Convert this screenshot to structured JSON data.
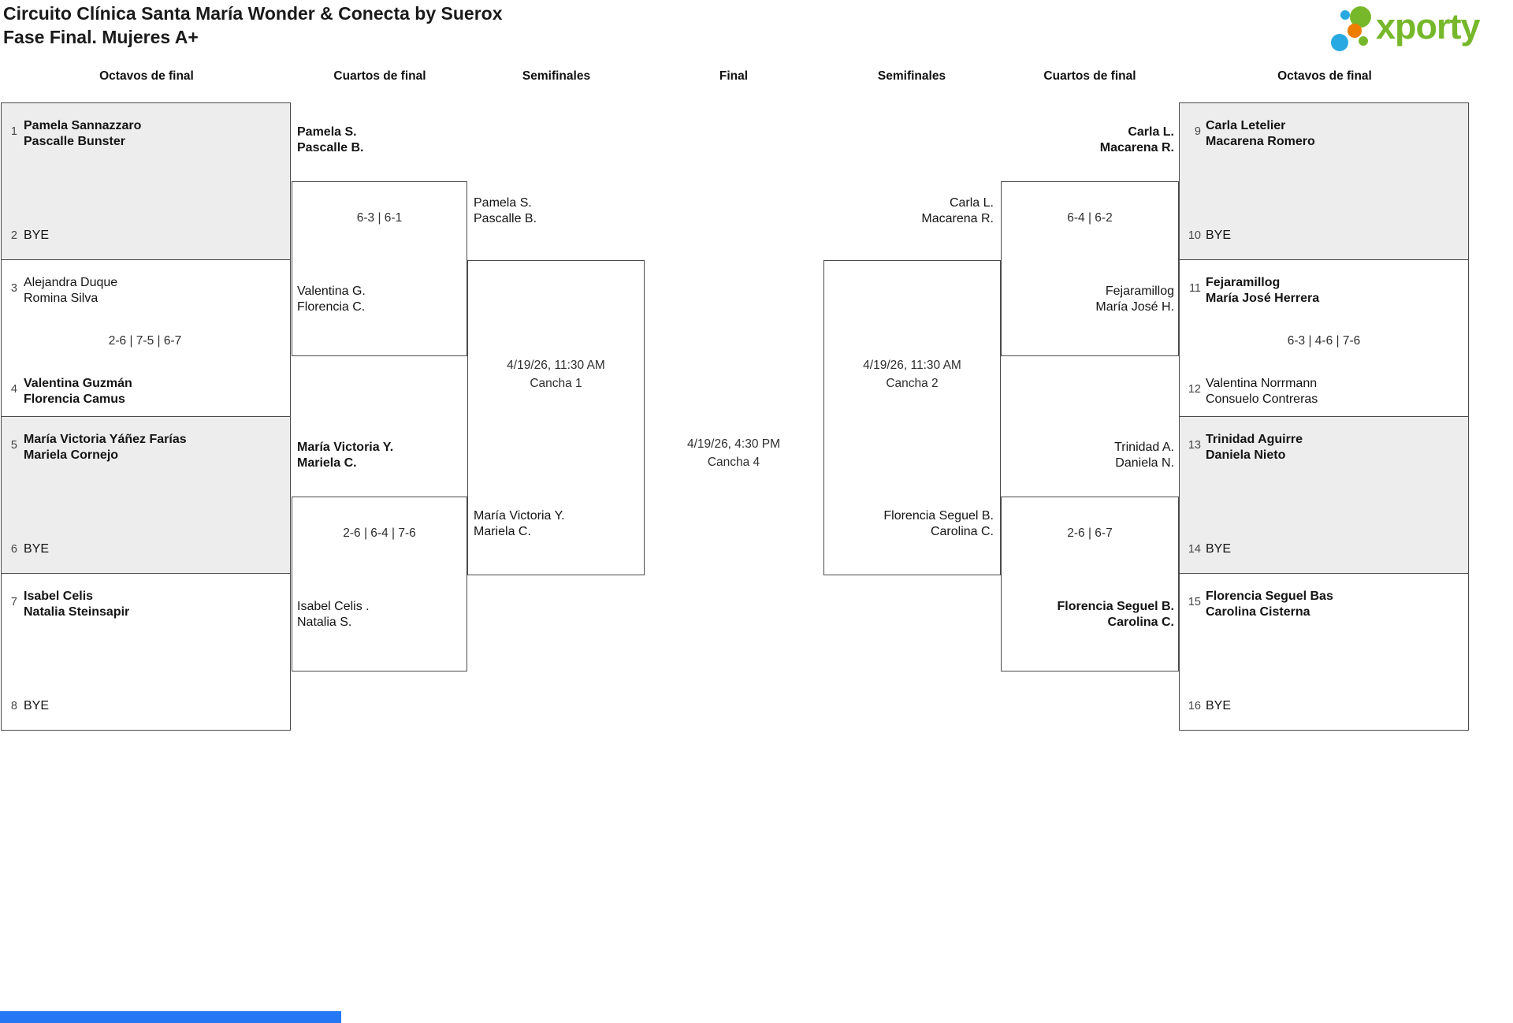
{
  "title": {
    "line1": "Circuito Clínica Santa María Wonder & Conecta by Suerox",
    "line2": "Fase Final. Mujeres A+"
  },
  "logo": {
    "wordmark": "xporty",
    "green": "#76b82a",
    "blue": "#29a9e1",
    "orange": "#ef7d00"
  },
  "rounds": [
    "Octavos de final",
    "Cuartos de final",
    "Semifinales",
    "Final",
    "Semifinales",
    "Cuartos de final",
    "Octavos de final"
  ],
  "bracket": {
    "left": {
      "o1": {
        "seed_top": "1",
        "top1": "Pamela Sannazzaro",
        "top2": "Pascalle Bunster",
        "seed_bot": "2",
        "bot_bye": "BYE"
      },
      "o2": {
        "seed_top": "3",
        "top1": "Alejandra Duque",
        "top2": "Romina Silva",
        "score": "2-6 | 7-5 | 6-7",
        "seed_bot": "4",
        "bot1": "Valentina Guzmán",
        "bot2": "Florencia Camus"
      },
      "o3": {
        "seed_top": "5",
        "top1": "María Victoria Yáñez Farías",
        "top2": "Mariela Cornejo",
        "seed_bot": "6",
        "bot_bye": "BYE"
      },
      "o4": {
        "seed_top": "7",
        "top1": "Isabel Celis",
        "top2": "Natalia Steinsapir",
        "seed_bot": "8",
        "bot_bye": "BYE"
      },
      "qf1": {
        "top1": "Pamela S.",
        "top2": "Pascalle B.",
        "score": "6-3 | 6-1",
        "bot1": "Valentina G.",
        "bot2": "Florencia C."
      },
      "qf2": {
        "top1": "María Victoria Y.",
        "top2": "Mariela C.",
        "score": "2-6 | 6-4 | 7-6",
        "bot1": "Isabel Celis .",
        "bot2": "Natalia S."
      },
      "sf": {
        "top1": "Pamela S.",
        "top2": "Pascalle B.",
        "date": "4/19/26, 11:30 AM",
        "court": "Cancha 1",
        "bot1": "María Victoria Y.",
        "bot2": "Mariela C."
      }
    },
    "final": {
      "date": "4/19/26, 4:30 PM",
      "court": "Cancha 4"
    },
    "right": {
      "sf": {
        "top1": "Carla L.",
        "top2": "Macarena R.",
        "date": "4/19/26, 11:30 AM",
        "court": "Cancha 2",
        "bot1": "Florencia Seguel B.",
        "bot2": "Carolina C."
      },
      "qf1": {
        "top1": "Carla L.",
        "top2": "Macarena R.",
        "score": "6-4 | 6-2",
        "bot1": "Fejaramillog",
        "bot2": "María José H."
      },
      "qf2": {
        "top1": "Trinidad A.",
        "top2": "Daniela N.",
        "score": "2-6 | 6-7",
        "bot1": "Florencia Seguel B.",
        "bot2": "Carolina C."
      },
      "o1": {
        "seed_top": "9",
        "top1": "Carla Letelier",
        "top2": "Macarena Romero",
        "seed_bot": "10",
        "bot_bye": "BYE"
      },
      "o2": {
        "seed_top": "11",
        "top1": "Fejaramillog",
        "top2": "María José Herrera",
        "score": "6-3 | 4-6 | 7-6",
        "seed_bot": "12",
        "bot1": "Valentina Norrmann",
        "bot2": "Consuelo Contreras"
      },
      "o3": {
        "seed_top": "13",
        "top1": "Trinidad Aguirre",
        "top2": "Daniela Nieto",
        "seed_bot": "14",
        "bot_bye": "BYE"
      },
      "o4": {
        "seed_top": "15",
        "top1": "Florencia Seguel Bas",
        "top2": "Carolina Cisterna",
        "seed_bot": "16",
        "bot_bye": "BYE"
      }
    }
  },
  "footer": {
    "bar_color": "#2577f3"
  }
}
